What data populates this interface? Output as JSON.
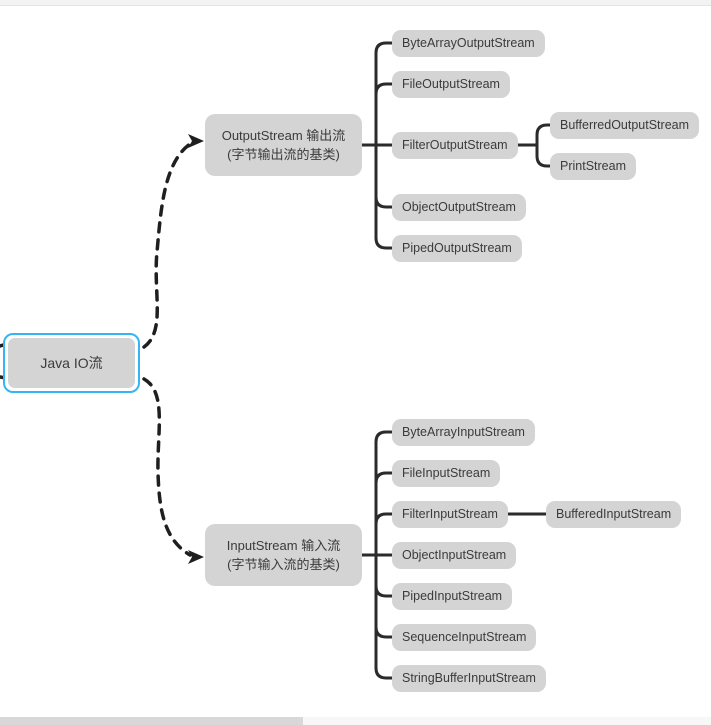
{
  "app": {
    "canvas_background": "#ffffff",
    "top_bar_color": "#f3f3f3",
    "scrollbar_track_color": "#f7f7f7",
    "scrollbar_thumb_color": "#d8d8d8"
  },
  "colors": {
    "node_fill": "#d4d4d4",
    "node_text": "#3b3b3b",
    "connector": "#2b2b2b",
    "selection_border": "#36b5f3"
  },
  "mindmap": {
    "root": {
      "label": "Java IO流",
      "selected": true
    },
    "branches": [
      {
        "label_line1": "OutputStream 输出流",
        "label_line2": "(字节输出流的基类)",
        "children": [
          {
            "label": "ByteArrayOutputStream"
          },
          {
            "label": "FileOutputStream"
          },
          {
            "label": "FilterOutputStream",
            "children": [
              {
                "label": "BufferredOutputStream"
              },
              {
                "label": "PrintStream"
              }
            ]
          },
          {
            "label": "ObjectOutputStream"
          },
          {
            "label": "PipedOutputStream"
          }
        ]
      },
      {
        "label_line1": "InputStream 输入流",
        "label_line2": "(字节输入流的基类)",
        "children": [
          {
            "label": "ByteArrayInputStream"
          },
          {
            "label": "FileInputStream"
          },
          {
            "label": "FilterInputStream",
            "children": [
              {
                "label": "BufferedInputStream"
              }
            ]
          },
          {
            "label": "ObjectInputStream"
          },
          {
            "label": "PipedInputStream"
          },
          {
            "label": "SequenceInputStream"
          },
          {
            "label": "StringBufferInputStream"
          }
        ]
      }
    ]
  }
}
